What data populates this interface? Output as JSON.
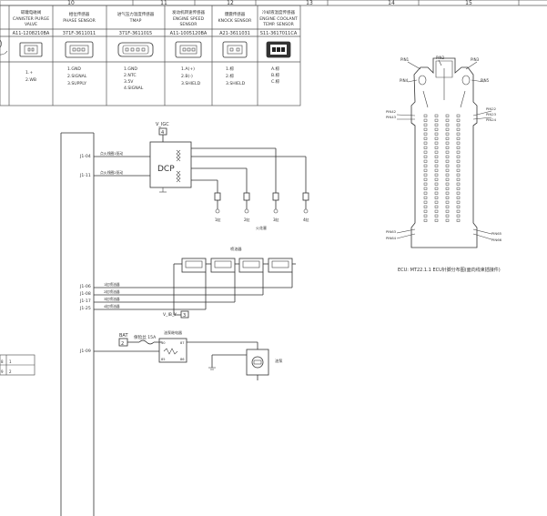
{
  "columns": [
    "10",
    "11",
    "12",
    "13",
    "14",
    "15"
  ],
  "sensors": [
    {
      "cn": "碳罐电磁阀",
      "en": [
        "CANISTER PURGE",
        "VALVE"
      ],
      "part": "A11-1208210BA",
      "pins": [
        "1.+",
        "2.WB"
      ]
    },
    {
      "cn": "相位传感器",
      "en": [
        "PHASE SENSOR"
      ],
      "part": "371F-3611011",
      "pins": [
        "1.GND",
        "2.SIGNAL",
        "3.SUPPLY"
      ]
    },
    {
      "cn": "进气压力温度传感器",
      "en": [
        "TMAP"
      ],
      "part": "371F-3611015",
      "pins": [
        "1.GND",
        "2.NTC",
        "3.5V",
        "4.SIGNAL"
      ]
    },
    {
      "cn": "发动机转速传感器",
      "en": [
        "ENGINE SPEED",
        "SENSOR"
      ],
      "part": "A11-1005120BA",
      "pins": [
        "1.A(+)",
        "2.B(-)",
        "3.SHIELD"
      ]
    },
    {
      "cn": "爆震传感器",
      "en": [
        "KNOCK SENSOR"
      ],
      "part": "A21-3611031",
      "pins": [
        "1.棕",
        "2.棕",
        "3.SHIELD"
      ]
    },
    {
      "cn": "冷却液温度传感器",
      "en": [
        "ENGINE COOLANT",
        "TEMP. SENSOR"
      ],
      "part": "S11-3617011CA",
      "pins": [
        "A.棕",
        "B.棕",
        "C.棕"
      ]
    }
  ],
  "ecu_pins": {
    "j104": "J1-04",
    "j111": "J1-11",
    "j106": "J1-06",
    "j108": "J1-08",
    "j117": "J1-17",
    "j125": "J1-25",
    "j109": "J1-09"
  },
  "dcp": {
    "supply": "V_IGC",
    "supply_num": "4",
    "label": "DCP",
    "in_labels": [
      "点火线圈1驱动",
      "点火线圈2驱动"
    ],
    "plug_labels": [
      "1缸",
      "2缸",
      "3缸",
      "4缸"
    ],
    "spark_caption": "火花塞"
  },
  "injectors": {
    "title": "喷油器",
    "labels": [
      "1缸喷油器",
      "2缸喷油器",
      "3缸喷油器",
      "4缸喷油器"
    ],
    "supply": "V_IB_Y",
    "supply_num": "3"
  },
  "pump": {
    "bat": "BAT",
    "bat_num": "2",
    "fuse": "保险丝 15A",
    "relay_title": "油泵继电器",
    "relay_pins": [
      "30",
      "87",
      "85",
      "86"
    ],
    "motor_label": "油泵"
  },
  "ecu_conn": {
    "pins": [
      "PIN1",
      "PIN2",
      "PIN3",
      "PIN4",
      "PIN5",
      "PIN42",
      "PIN43",
      "PIN22",
      "PIN23",
      "PIN24",
      "PIN63",
      "PIN64",
      "PIN65",
      "PIN66"
    ],
    "caption": "ECU: MT22.1.1 ECU针脚分布图(面向线束插接件)"
  },
  "left_table": {
    "rows": [
      "1",
      "2"
    ],
    "cols": [
      "8",
      "9"
    ]
  }
}
